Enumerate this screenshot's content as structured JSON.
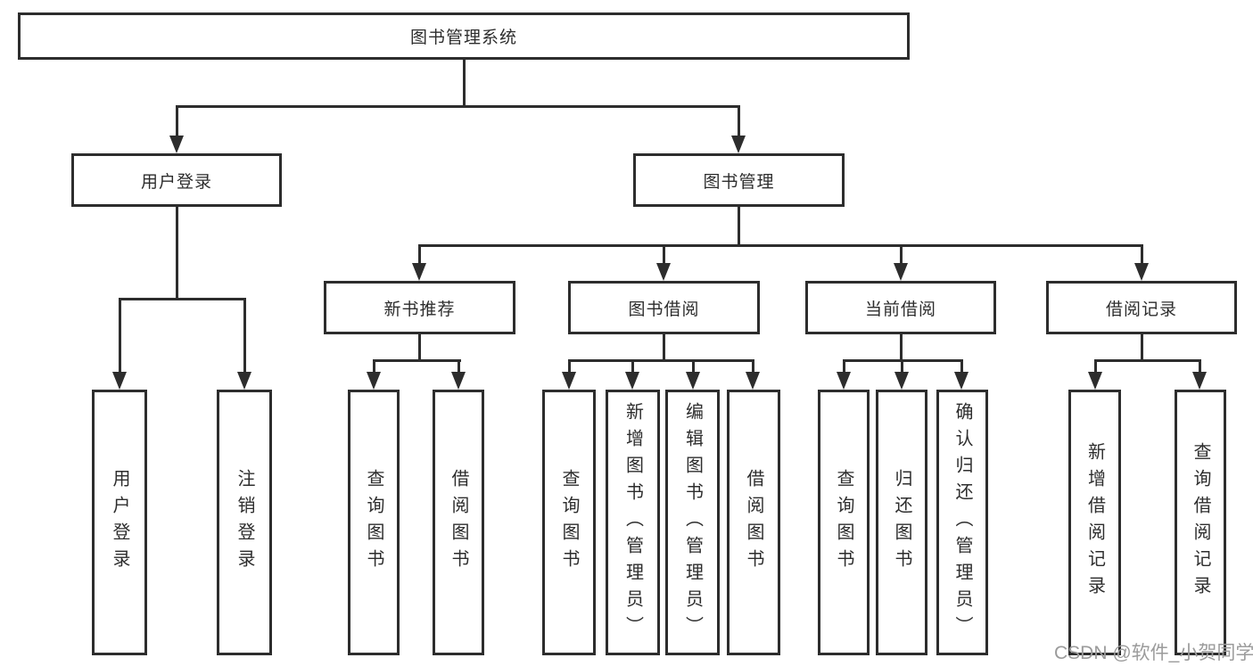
{
  "diagram": {
    "watermark": "CSDN @软件_小贺同学",
    "colors": {
      "line": "#2d2d2d",
      "box_border": "#2d2d2d",
      "text": "#2d2d2d",
      "watermark": "#9b9b9b",
      "background": "#ffffff"
    },
    "root": {
      "label": "图书管理系统"
    },
    "branches": [
      {
        "label": "用户登录",
        "children": [
          {
            "label": "用户登录"
          },
          {
            "label": "注销登录"
          }
        ]
      },
      {
        "label": "图书管理",
        "children": [
          {
            "label": "新书推荐",
            "children": [
              {
                "label": "查询图书"
              },
              {
                "label": "借阅图书"
              }
            ]
          },
          {
            "label": "图书借阅",
            "children": [
              {
                "label": "查询图书"
              },
              {
                "label": "新增图书（管理员）"
              },
              {
                "label": "编辑图书（管理员）"
              },
              {
                "label": "借阅图书"
              }
            ]
          },
          {
            "label": "当前借阅",
            "children": [
              {
                "label": "查询图书"
              },
              {
                "label": "归还图书"
              },
              {
                "label": "确认归还（管理员）"
              }
            ]
          },
          {
            "label": "借阅记录",
            "children": [
              {
                "label": "新增借阅记录"
              },
              {
                "label": "查询借阅记录"
              }
            ]
          }
        ]
      }
    ]
  }
}
